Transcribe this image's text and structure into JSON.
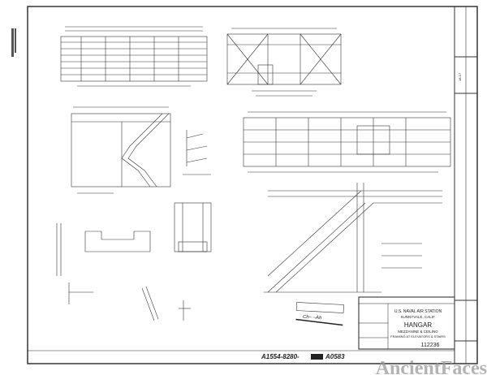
{
  "title_block": {
    "station": "U.S. NAVAL AIR STATION",
    "location": "SUNNYVALE, CALIF.",
    "building": "HANGAR",
    "subtitle_1": "MEZZANINE & CEILING",
    "subtitle_2": "FRAMING AT ELEVATORS & STAIRS",
    "drawing_number": "112236"
  },
  "stamp_number": "A1554-8280-",
  "stamp_number_2": "A0583",
  "handwritten_stamp": "Ch–   –Ah",
  "sheet_number": "18-17",
  "watermark": "AncientFaces",
  "colors": {
    "ink": "#222222",
    "paper": "#ffffff",
    "watermark": "#9a9a9a"
  }
}
